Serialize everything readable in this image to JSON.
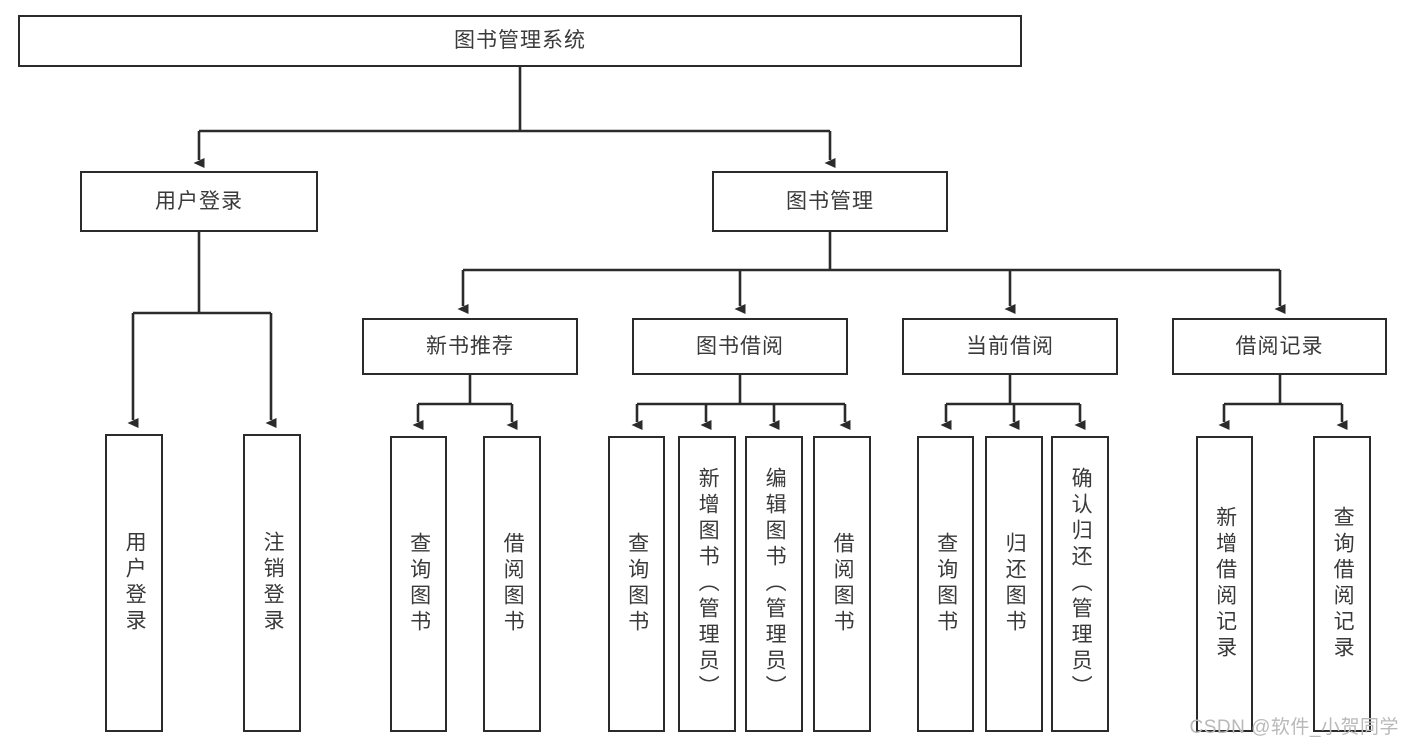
{
  "diagram": {
    "title_node": {
      "label": "图书管理系统"
    },
    "level2": [
      {
        "id": "user-login",
        "label": "用户登录"
      },
      {
        "id": "book-manage",
        "label": "图书管理"
      }
    ],
    "level3": [
      {
        "id": "new-book-recommend",
        "label": "新书推荐"
      },
      {
        "id": "book-borrow",
        "label": "图书借阅"
      },
      {
        "id": "current-borrow",
        "label": "当前借阅"
      },
      {
        "id": "borrow-record",
        "label": "借阅记录"
      }
    ],
    "leaves": [
      {
        "id": "leaf-user-login",
        "label": "用户登录",
        "parent": "user-login"
      },
      {
        "id": "leaf-logout-login",
        "label": "注销登录",
        "parent": "user-login"
      },
      {
        "id": "leaf-query-book-1",
        "label": "查询图书",
        "parent": "new-book-recommend"
      },
      {
        "id": "leaf-borrow-book-1",
        "label": "借阅图书",
        "parent": "new-book-recommend"
      },
      {
        "id": "leaf-query-book-2",
        "label": "查询图书",
        "parent": "book-borrow"
      },
      {
        "id": "leaf-add-book",
        "label": "新增图书（管理员）",
        "parent": "book-borrow"
      },
      {
        "id": "leaf-edit-book",
        "label": "编辑图书（管理员）",
        "parent": "book-borrow"
      },
      {
        "id": "leaf-borrow-book-2",
        "label": "借阅图书",
        "parent": "book-borrow"
      },
      {
        "id": "leaf-query-book-3",
        "label": "查询图书",
        "parent": "current-borrow"
      },
      {
        "id": "leaf-return-book",
        "label": "归还图书",
        "parent": "current-borrow"
      },
      {
        "id": "leaf-confirm-return",
        "label": "确认归还（管理员）",
        "parent": "current-borrow"
      },
      {
        "id": "leaf-add-record",
        "label": "新增借阅记录",
        "parent": "borrow-record"
      },
      {
        "id": "leaf-query-record",
        "label": "查询借阅记录",
        "parent": "borrow-record"
      }
    ],
    "watermark": "CSDN @软件_小贺同学",
    "colors": {
      "stroke": "#2b2b2b",
      "text": "#3a3a3a",
      "background": "#ffffff",
      "watermark": "#b9b9b9"
    }
  }
}
